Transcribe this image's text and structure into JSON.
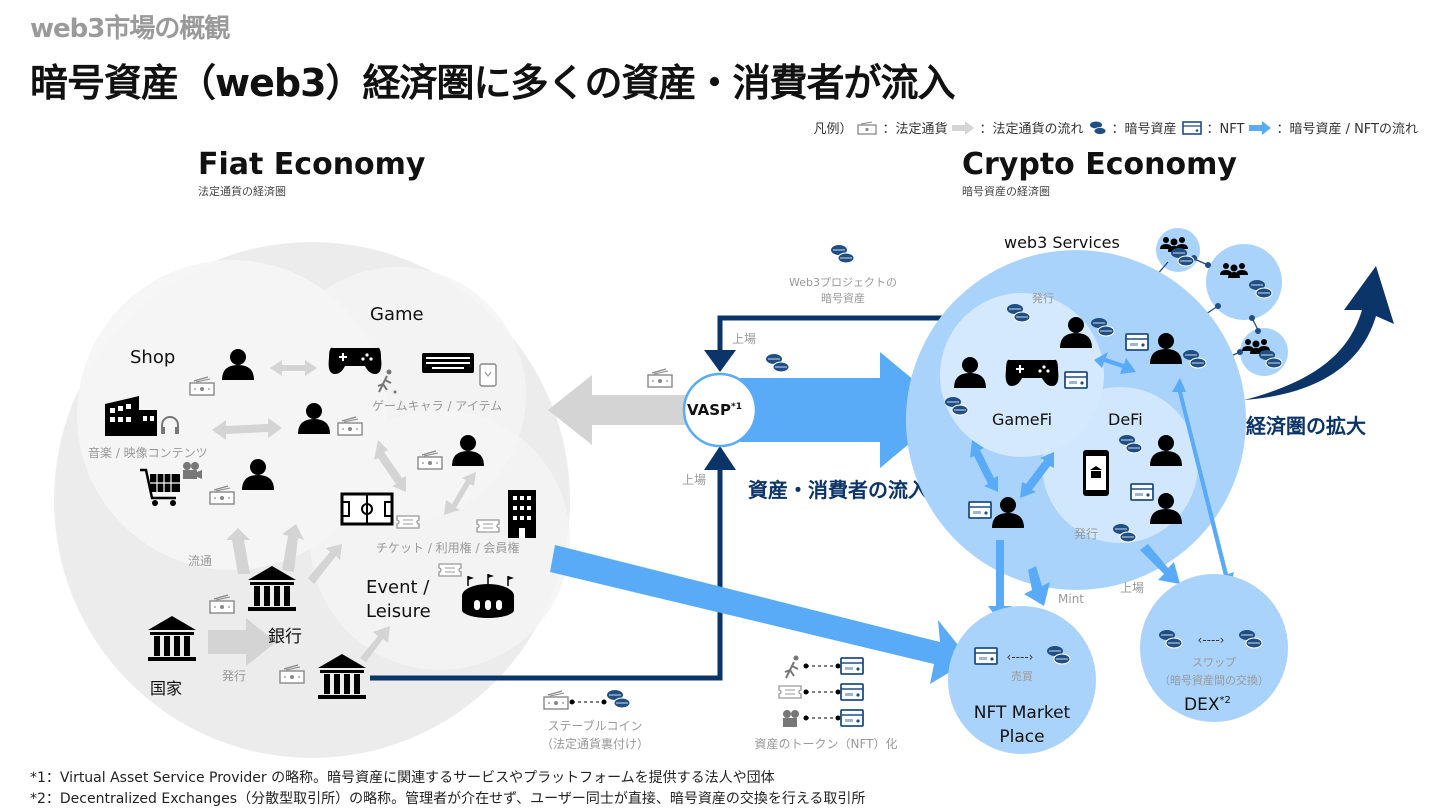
{
  "header": {
    "section": "web3市場の概観",
    "title": "暗号資産（web3）経済圏に多くの資産・消費者が流入"
  },
  "legend": {
    "prefix": "凡例）",
    "items": [
      {
        "icon": "fiat-bill-icon",
        "label": "：法定通貨"
      },
      {
        "icon": "gray-arrow-icon",
        "label": "：法定通貨の流れ"
      },
      {
        "icon": "crypto-coins-icon",
        "label": "：暗号資産"
      },
      {
        "icon": "nft-card-icon",
        "label": "：NFT"
      },
      {
        "icon": "blue-arrow-icon",
        "label": "：暗号資産 / NFTの流れ"
      }
    ]
  },
  "fiat": {
    "title": "Fiat Economy",
    "subtitle": "法定通貨の経済圏",
    "shop": "Shop",
    "game": "Game",
    "event": [
      "Event /",
      "Leisure"
    ],
    "music_video": "音楽 / 映像コンテンツ",
    "game_items": "ゲームキャラ / アイテム",
    "tickets": "チケット / 利用権 / 会員権",
    "circulation": "流通",
    "issue": "発行",
    "bank": "銀行",
    "nation": "国家"
  },
  "crypto": {
    "title": "Crypto Economy",
    "subtitle": "暗号資産の経済圏",
    "web3_services": "web3 Services",
    "gamefi": "GameFi",
    "defi": "DeFi",
    "issue_top": "発行",
    "issue_defi": "発行",
    "expansion": "経済圏の拡大",
    "mint": "Mint",
    "listing_dex": "上場",
    "nft_market": [
      "NFT Market",
      "Place"
    ],
    "trade": "売買",
    "dex": "DEX",
    "dex_sup": "*2",
    "swap": [
      "スワップ",
      "（暗号資産間の交換）"
    ]
  },
  "middle": {
    "vasp": "VASP",
    "vasp_sup": "*1",
    "web3_project_assets": [
      "Web3プロジェクトの",
      "暗号資産"
    ],
    "listing_top": "上場",
    "listing_bottom": "上場",
    "inflow": "資産・消費者の流入",
    "stablecoin": [
      "ステーブルコイン",
      "（法定通貨裏付け）"
    ],
    "tokenize": "資産のトークン（NFT）化"
  },
  "footnotes": [
    "*1：Virtual Asset Service Provider の略称。暗号資産に関連するサービスやプラットフォームを提供する法人や団体",
    "*2：Decentralized Exchanges（分散型取引所）の略称。管理者が介在せず、ユーザー同士が直接、暗号資産の交換を行える取引所"
  ],
  "colors": {
    "navy": "#0b3468",
    "blue_arrow": "#5aabf7",
    "light_blue": "#aad3fb",
    "pale_blue": "#d4e9fd",
    "gray_circle": "#ececec",
    "inner_circle": "#f4f4f4",
    "gray_arrow": "#d4d4d4",
    "gray_text": "#9a9a9a"
  }
}
